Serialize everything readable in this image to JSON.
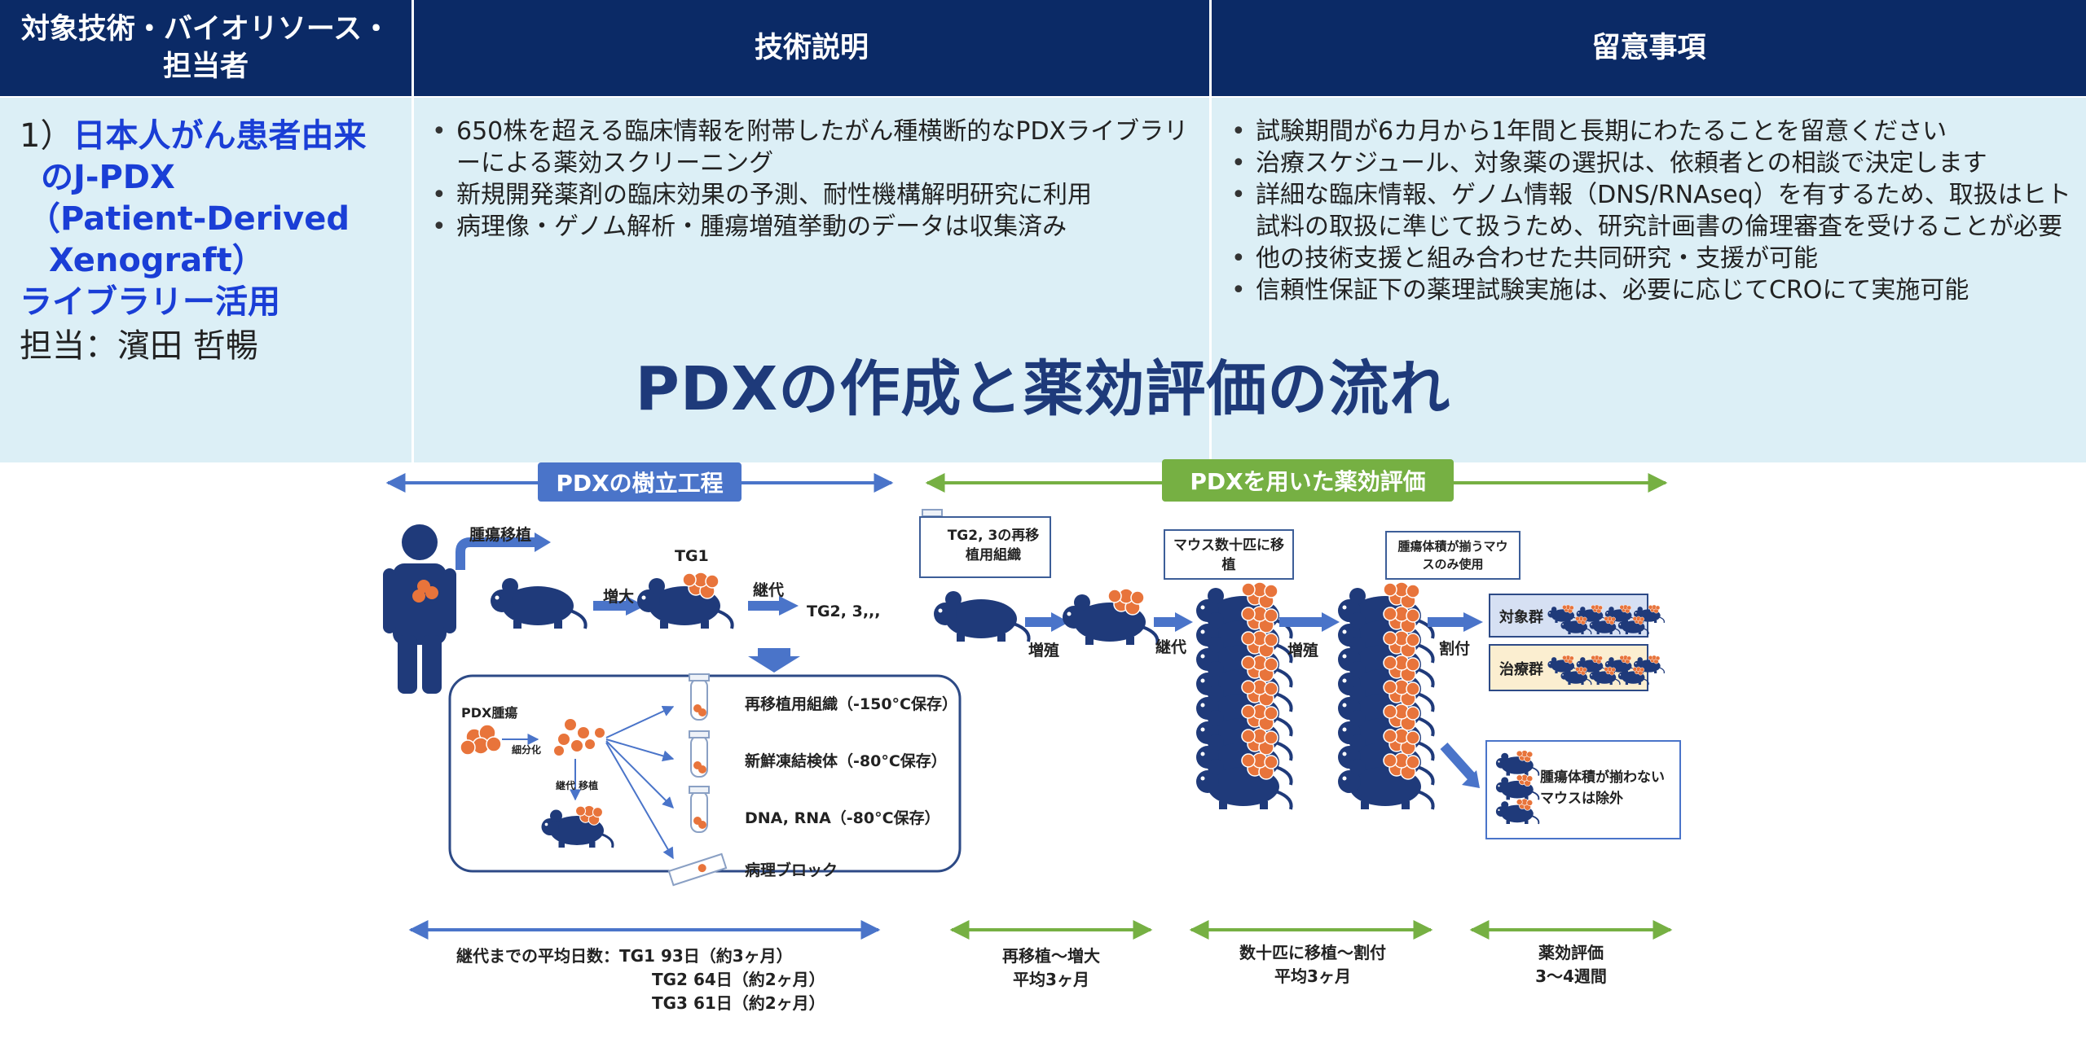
{
  "table": {
    "headers": [
      "対象技術・バイオリソース・担当者",
      "技術説明",
      "留意事項"
    ],
    "col1": {
      "number": "1）",
      "title_lines": [
        "日本人がん患者由来",
        "のJ-PDX",
        "（Patient-Derived",
        "Xenograft）",
        "ライブラリー活用"
      ],
      "person": "担当：濱田 哲暢"
    },
    "col2_bullets": [
      "650株を超える臨床情報を附帯したがん種横断的なPDXライブラリーによる薬効スクリーニング",
      "新規開発薬剤の臨床効果の予測、耐性機構解明研究に利用",
      "病理像・ゲノム解析・腫瘍増殖挙動のデータは収集済み"
    ],
    "col3_bullets": [
      "試験期間が6カ月から1年間と長期にわたることを留意ください",
      "治療スケジュール、対象薬の選択は、依頼者との相談で決定します",
      "詳細な臨床情報、ゲノム情報（DNS/RNAseq）を有するため、取扱はヒト試料の取扱に準じて扱うため、研究計画書の倫理審査を受けることが必要",
      "他の技術支援と組み合わせた共同研究・支援が可能",
      "信頼性保証下の薬理試験実施は、必要に応じてCROにて実施可能"
    ]
  },
  "diagram": {
    "title": "PDXの作成と薬効評価の流れ",
    "stage1_label": "PDXの樹立工程",
    "stage2_label": "PDXを用いた薬効評価",
    "transplant_label": "腫瘍移植",
    "tg1_label": "TG1",
    "grow_label": "増大",
    "passage_label": "継代",
    "tg23_label": "TG2, 3,,,",
    "pdx_tumor_label": "PDX腫瘍",
    "fragment_label": "細分化",
    "passage_transplant_label": "継代 移植",
    "storage_items": [
      "再移植用組織（-150°C保存）",
      "新鮮凍結検体（-80°C保存）",
      "DNA, RNA（-80°C保存）",
      "病理ブロック"
    ],
    "box_retransplant": "TG2, 3の再移植用組織",
    "box_mice": "マウス数十匹に移植",
    "box_uniform": "腫瘍体積が揃うマウスのみ使用",
    "step_grow1": "増殖",
    "step_passage": "継代",
    "step_grow2": "増殖",
    "step_assign": "割付",
    "group_control": "対象群",
    "group_treatment": "治療群",
    "excluded": "腫瘍体積が揃わないマウスは除外",
    "timeline": {
      "avg_label": "継代までの平均日数：",
      "tg_lines": [
        "TG1 93日（約3ヶ月）",
        "TG2 64日（約2ヶ月）",
        "TG3 61日（約2ヶ月）"
      ],
      "seg2": [
        "再移植～増大",
        "平均3ヶ月"
      ],
      "seg3": [
        "数十匹に移植～割付",
        "平均3ヶ月"
      ],
      "seg4": [
        "薬効評価",
        "3～4週間"
      ]
    }
  },
  "colors": {
    "header_bg": "#0b2a66",
    "cell_bg": "#dceff6",
    "accent_blue": "#1a3ed6",
    "mouse_navy": "#1f3a7a",
    "tumor_orange": "#e8743b",
    "stage1_blue": "#4a74c9",
    "stage2_green": "#76b043",
    "control_bg": "#d6e0f3",
    "treatment_bg": "#fbeed0"
  }
}
